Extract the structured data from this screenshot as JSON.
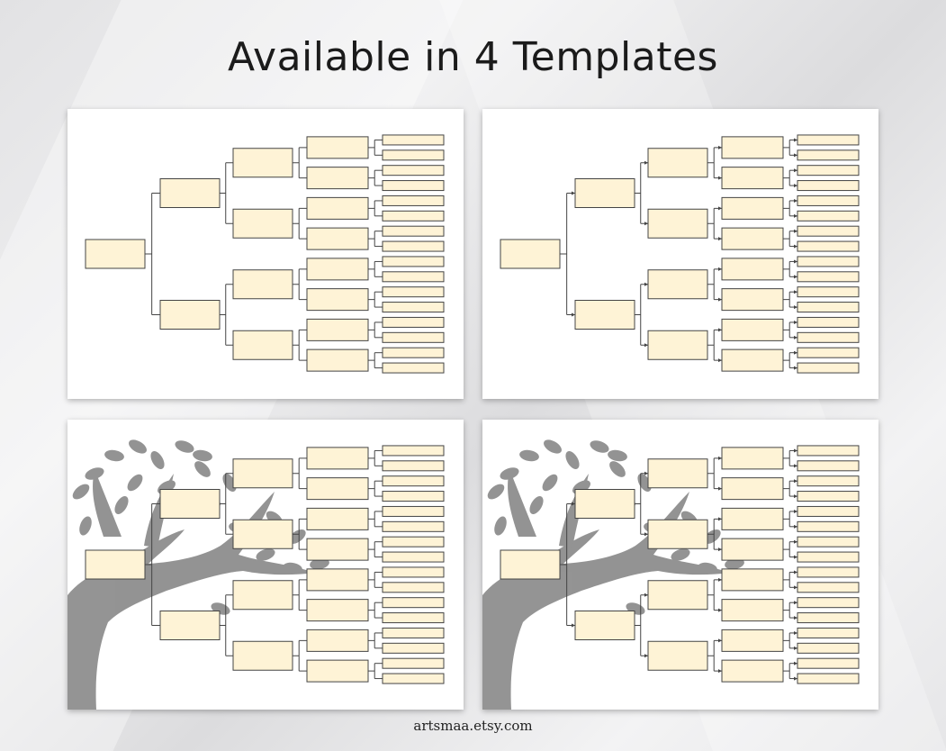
{
  "heading": "Available in 4 Templates",
  "footer": "artsmaa.etsy.com",
  "templates": [
    {
      "style": "plain"
    },
    {
      "style": "plain-arrows"
    },
    {
      "style": "tree"
    },
    {
      "style": "tree-arrows"
    }
  ],
  "colors": {
    "box_fill": "#fef3d6",
    "box_stroke": "#444444",
    "tree": "#8e8e8e"
  }
}
